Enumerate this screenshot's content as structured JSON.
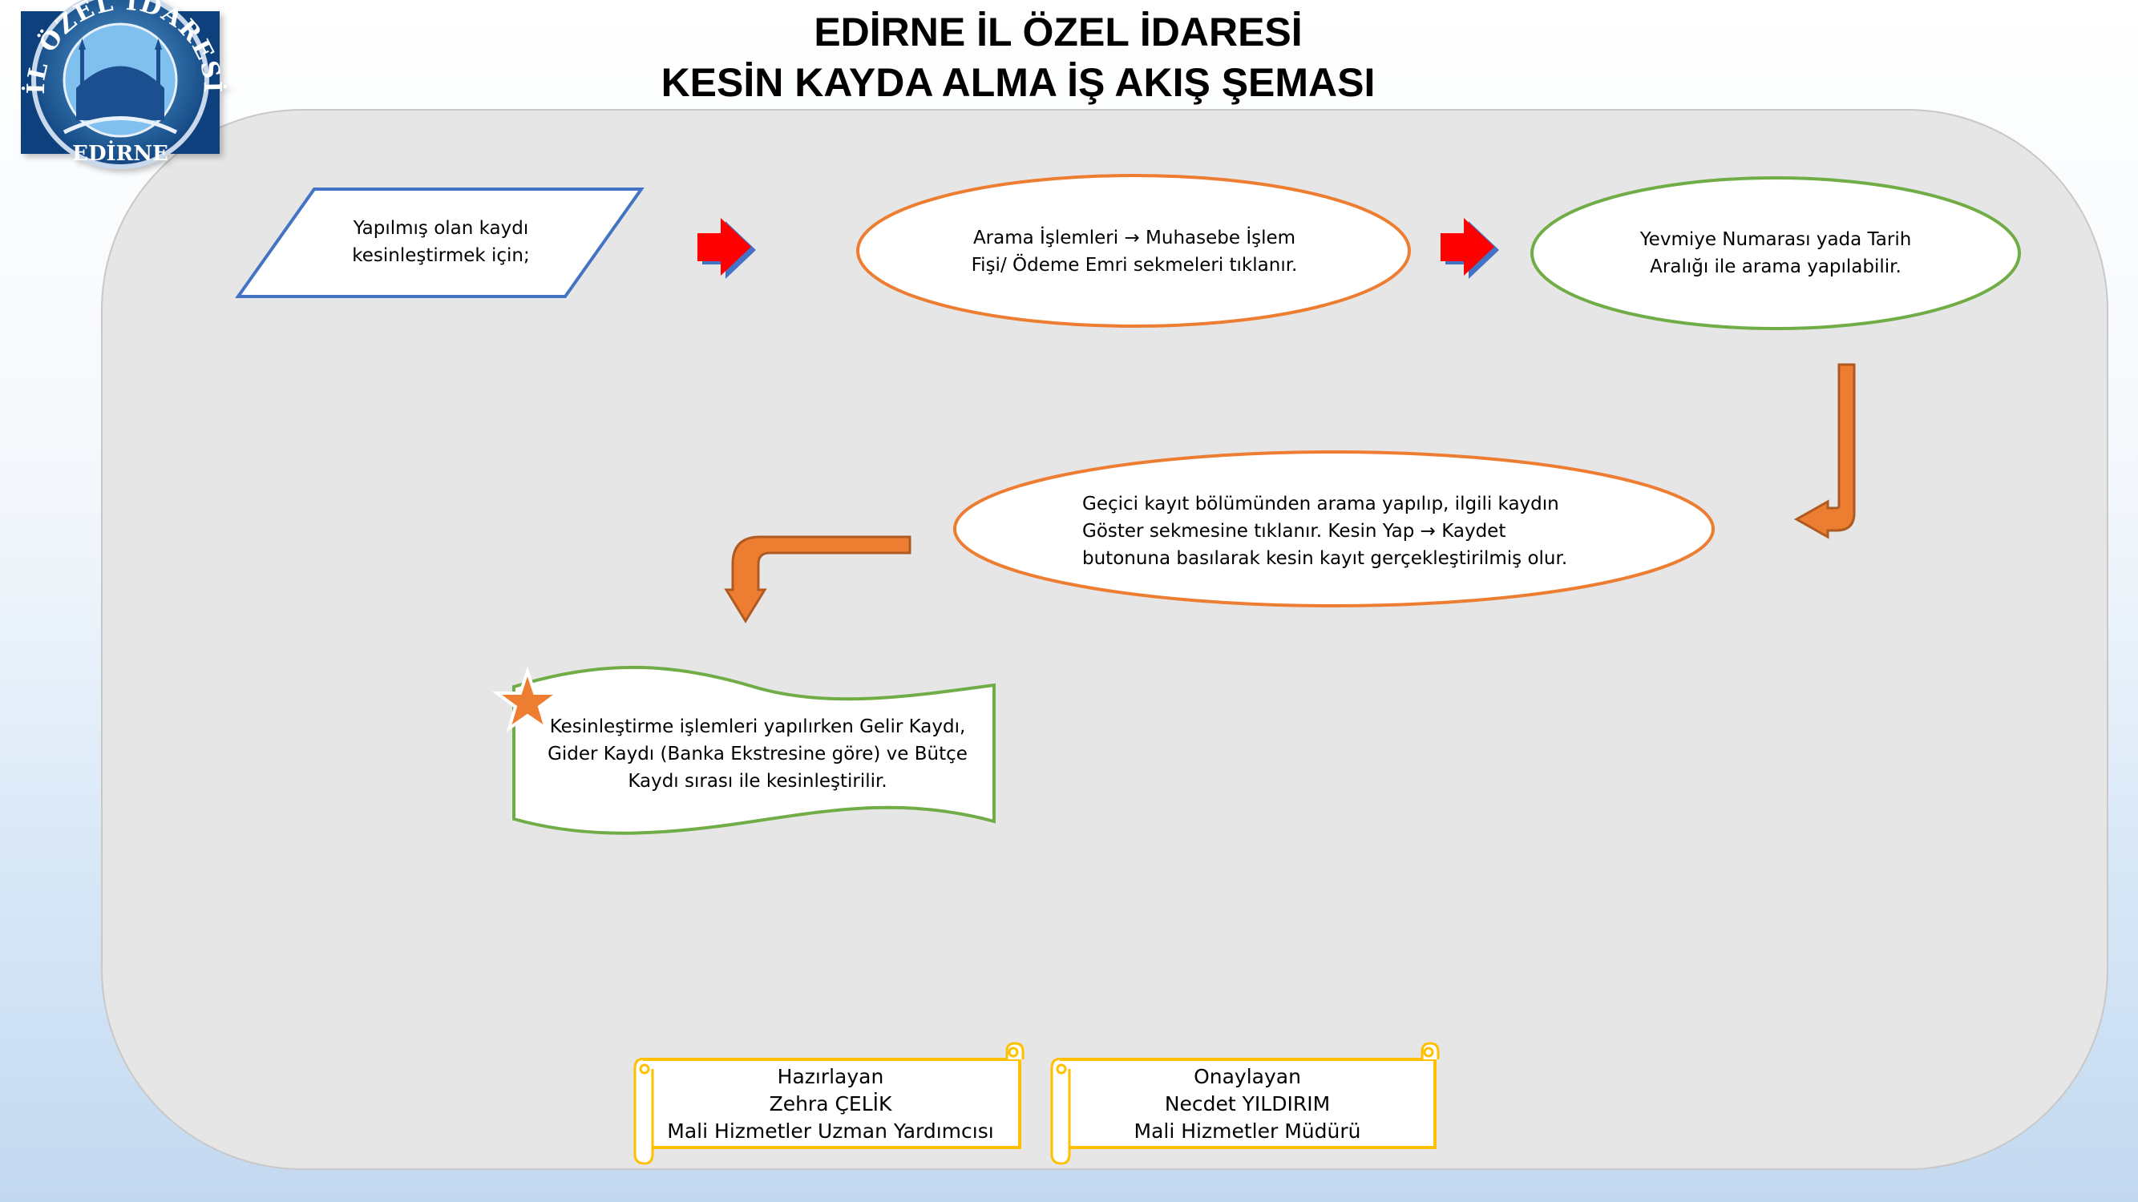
{
  "header": {
    "title_line1": "EDİRNE İL ÖZEL İDARESİ",
    "title_line2": "KESİN KAYDA ALMA İŞ AKIŞ ŞEMASI"
  },
  "logo": {
    "ring_text": "İL ÖZEL İDARESİ",
    "bottom_text": "EDİRNE"
  },
  "flow": {
    "step_start": [
      "Yapılmış olan kaydı",
      "kesinleştirmek için;"
    ],
    "step_menu": [
      "Arama İşlemleri → Muhasebe İşlem",
      "Fişi/ Ödeme  Emri sekmeleri tıklanır."
    ],
    "step_search": [
      "Yevmiye Numarası yada Tarih",
      "Aralığı ile arama  yapılabilir."
    ],
    "step_confirm": [
      "Geçici kayıt bölümünden arama yapılıp, ilgili kaydın",
      "Göster sekmesine tıklanır. Kesin Yap  →  Kaydet",
      "butonuna  basılarak kesin kayıt gerçekleştirilmiş olur."
    ],
    "note": [
      "Kesinleştirme  işlemleri yapılırken  Gelir Kaydı,",
      "Gider Kaydı (Banka Ekstresine göre) ve Bütçe",
      "Kaydı sırası ile kesinleştirilir."
    ]
  },
  "signatures": {
    "prepared": [
      "Hazırlayan",
      "Zehra ÇELİK",
      "Mali Hizmetler Uzman Yardımcısı"
    ],
    "approved": [
      "Onaylayan",
      "Necdet YILDIRIM",
      "Mali Hizmetler Müdürü"
    ]
  },
  "colors": {
    "panel": "#e6e6e6",
    "panel_border": "#bfbfbf",
    "parallelogram_stroke": "#4472c4",
    "orange": "#ed7d31",
    "green": "#70ad47",
    "gold": "#ffc000",
    "arrow_red": "#ff0000",
    "arrow_blue": "#4472c4"
  }
}
